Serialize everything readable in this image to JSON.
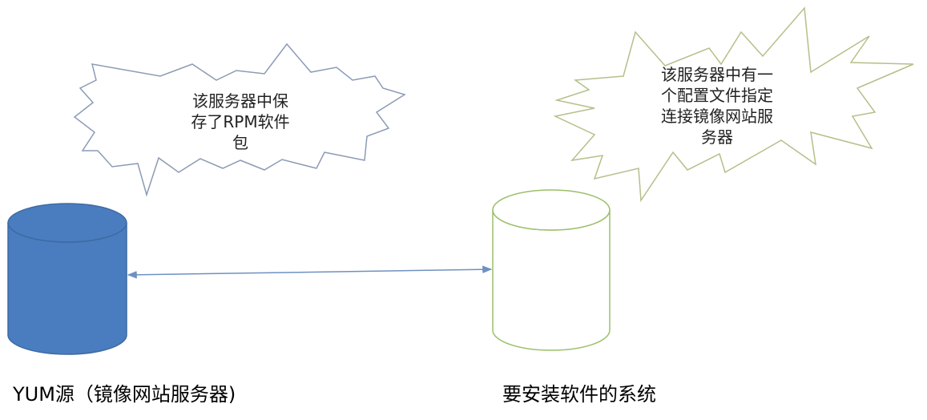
{
  "burst_left": {
    "lines": [
      "该服务器中保",
      "存了RPM软件",
      "包"
    ],
    "outline_color": "#8c9bb6"
  },
  "burst_right": {
    "lines": [
      "该服务器中有一",
      "个配置文件指定",
      "连接镜像网站服",
      "务器"
    ],
    "outline_color": "#b4c08a"
  },
  "yum_source": {
    "label": "YUM源（镜像网站服务器)",
    "fill_color": "#4a7dbf",
    "stroke_color": "#3d6aa3"
  },
  "client_system": {
    "label": "要安装软件的系统",
    "fill_color": "#ffffff",
    "stroke_color": "#9bbf6a"
  },
  "connector": {
    "color": "#6e91c2",
    "direction": "bidirectional"
  }
}
